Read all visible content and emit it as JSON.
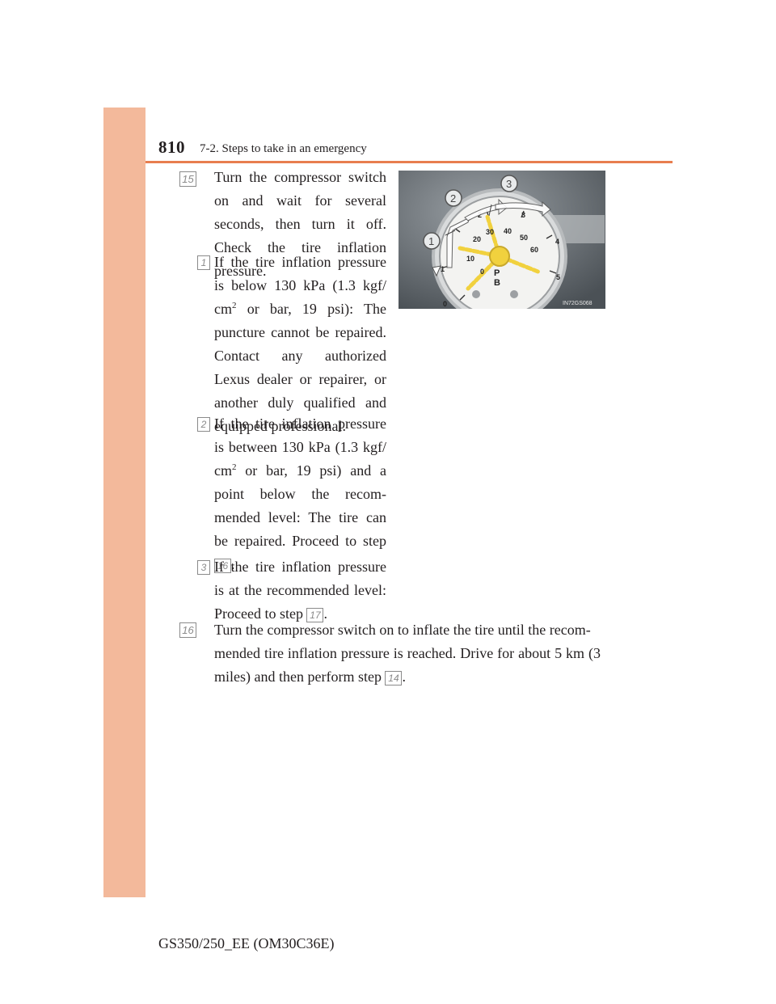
{
  "header": {
    "page_number": "810",
    "section_title": "7-2. Steps to take in an emergency"
  },
  "steps": {
    "s15": {
      "badge": "15",
      "text_first": "Turn the compressor switch on",
      "text_rest": "and wait for several seconds, then turn it off. Check the tire inflation pressure."
    },
    "item1": {
      "badge": "1",
      "text_a": "If the tire inflation pressure is below 130 kPa (1.3 kgf/ cm",
      "sup": "2",
      "text_b": " or bar, 19 psi): The puncture cannot be repaired. Contact any authorized Lexus dealer or repairer, or another duly qualified and equipped professional."
    },
    "item2": {
      "badge": "2",
      "text_a": "If the tire inflation pressure is between 130 kPa (1.3 kgf/ cm",
      "sup": "2",
      "text_b": " or bar, 19 psi) and a point below the recom- mended level: The tire can be repaired. Proceed to step",
      "ref_badge": "16",
      "end": "."
    },
    "item3": {
      "badge": "3",
      "text_a": "If the tire inflation pressure is at the recommended level: Proceed to step",
      "ref_badge": "17",
      "end": "."
    },
    "s16": {
      "badge": "16",
      "text_first": "Turn the compressor switch on to inflate the tire until the recom-",
      "text_rest": "mended tire inflation pressure is reached. Drive for about 5 km (3 miles) and then perform step",
      "ref_badge": "14",
      "end": "."
    }
  },
  "figure": {
    "callouts": [
      "1",
      "2",
      "3"
    ],
    "outer_scale": [
      "0",
      "1",
      "2",
      "3",
      "4",
      "5"
    ],
    "inner_scale": [
      "0",
      "10",
      "20",
      "30",
      "40",
      "50",
      "60"
    ],
    "unit_p": "P",
    "unit_b": "B",
    "code": "IN72GS068"
  },
  "footer": {
    "text": "GS350/250_EE (OM30C36E)"
  }
}
